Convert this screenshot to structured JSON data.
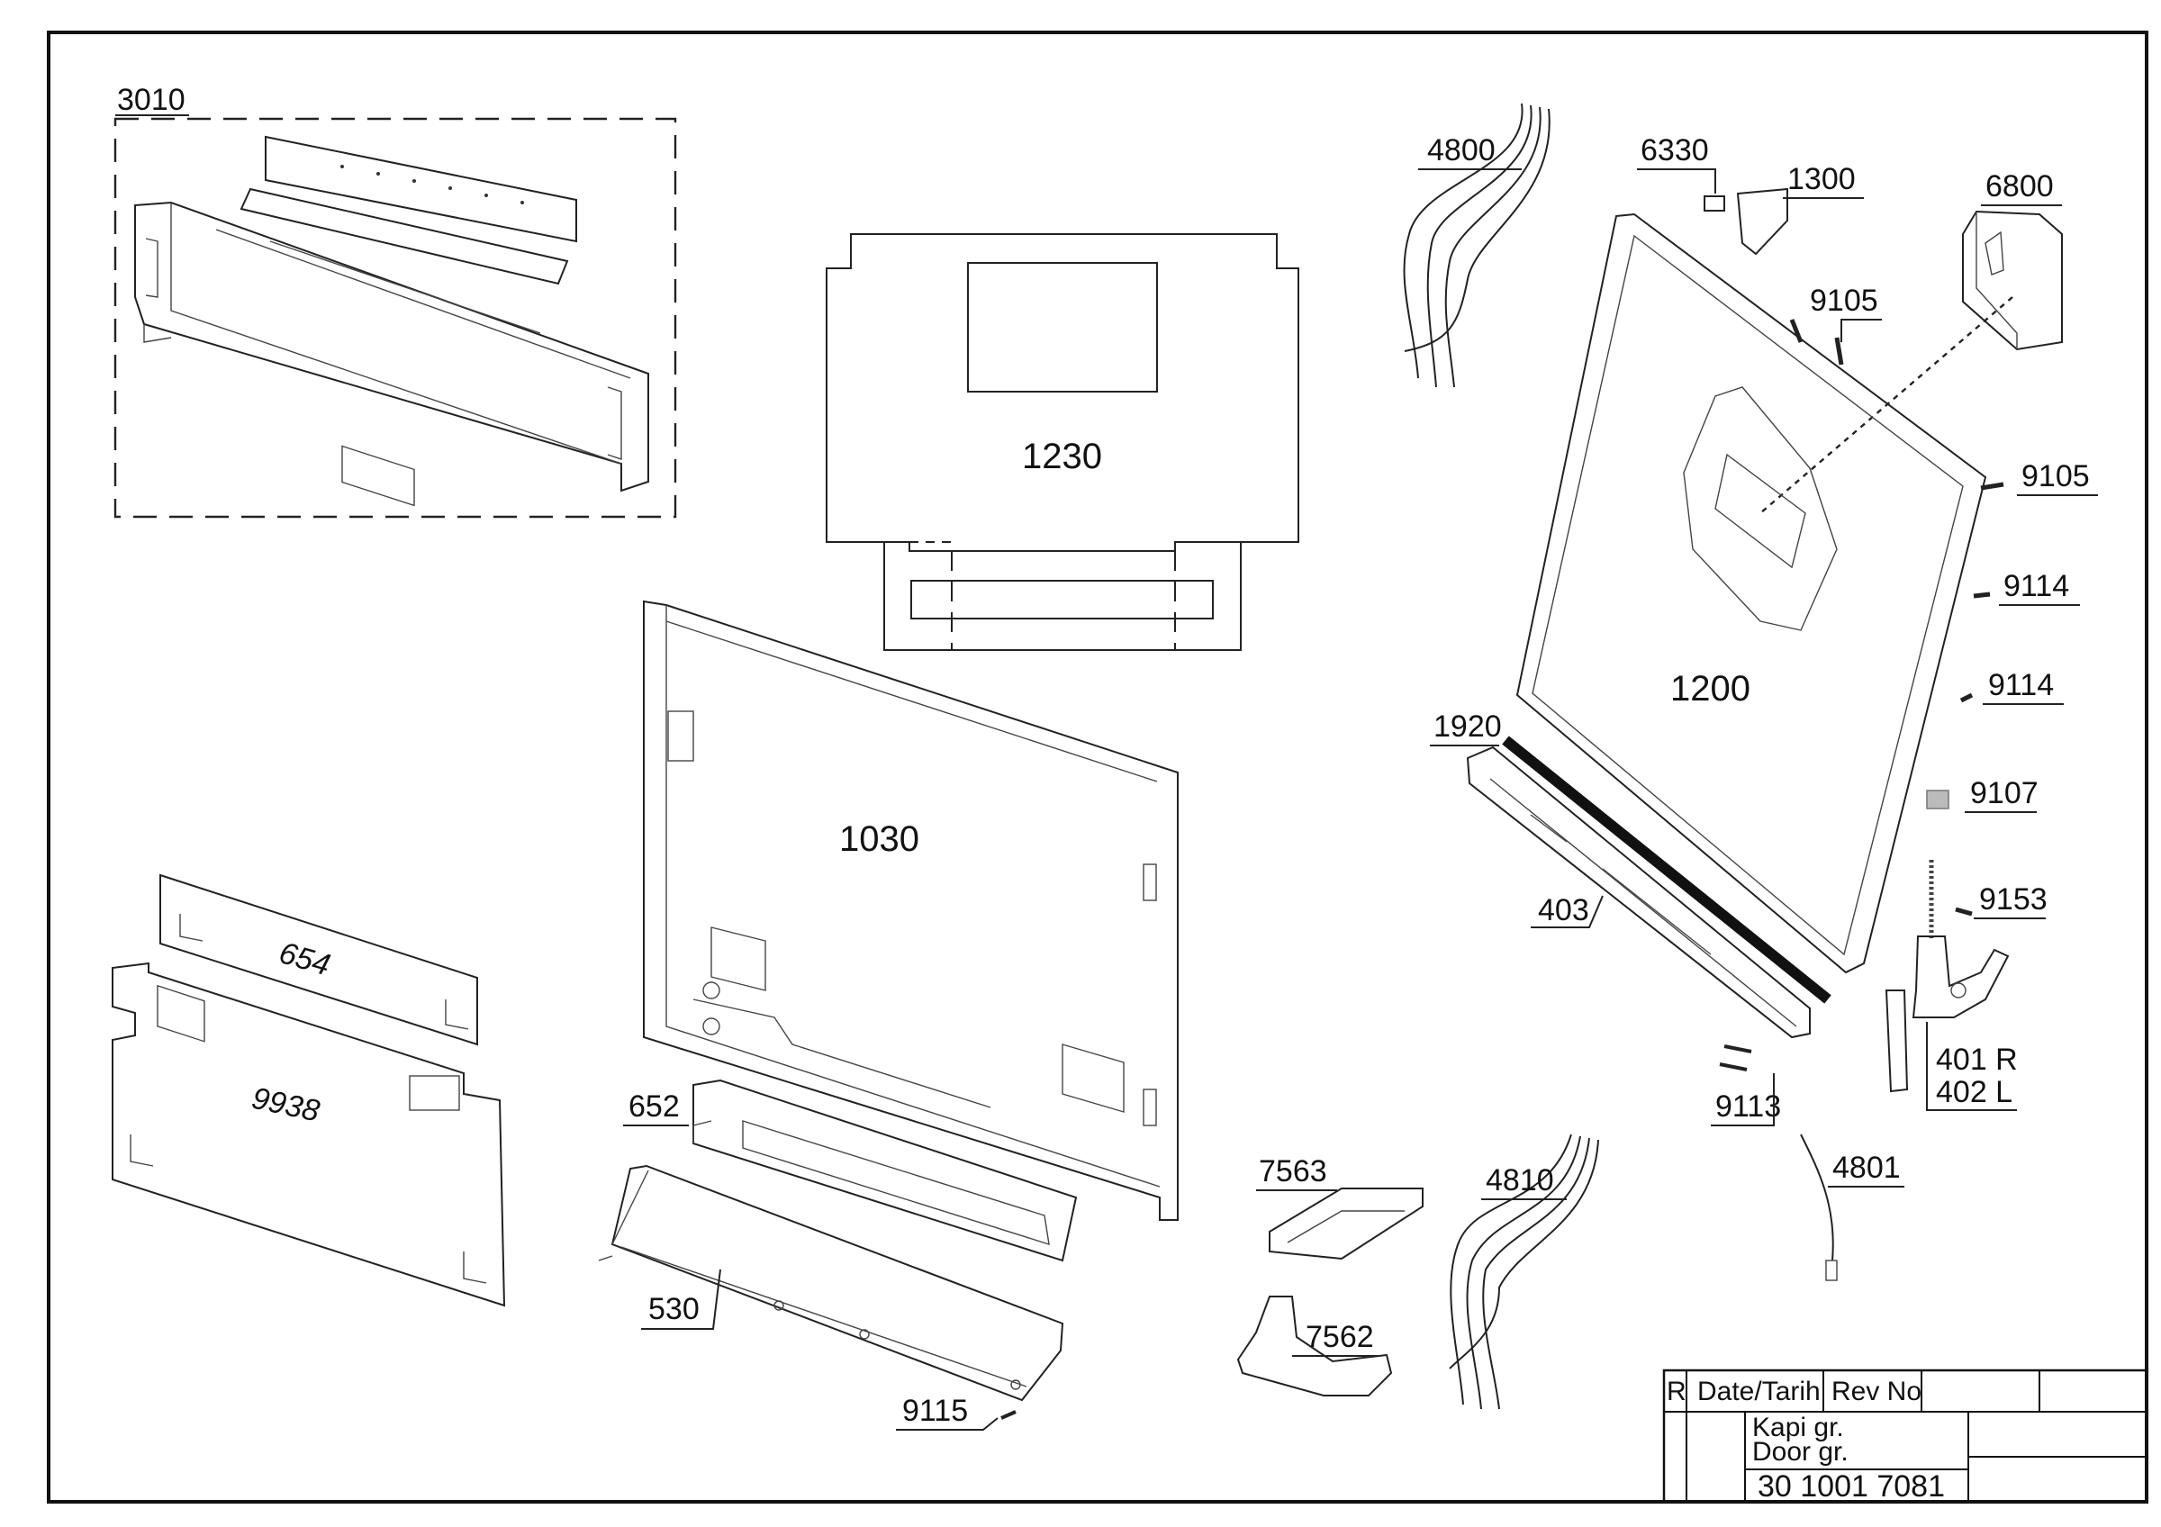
{
  "diagram": {
    "type": "exploded-parts-diagram",
    "part_numbers": {
      "p3010": "3010",
      "p1230": "1230",
      "p1030": "1030",
      "p654": "654",
      "p9938": "9938",
      "p652": "652",
      "p530": "530",
      "p9115": "9115",
      "p7563": "7563",
      "p7562": "7562",
      "p4810": "4810",
      "p4800": "4800",
      "p6330": "6330",
      "p1300": "1300",
      "p6800": "6800",
      "p9105a": "9105",
      "p9105b": "9105",
      "p9114a": "9114",
      "p9114b": "9114",
      "p1200": "1200",
      "p1920": "1920",
      "p9107": "9107",
      "p403": "403",
      "p9153": "9153",
      "p401r": "401 R",
      "p402l": "402 L",
      "p9113": "9113",
      "p4801": "4801"
    }
  },
  "title_block": {
    "col_r": "R",
    "col_date": "Date/Tarih",
    "col_rev": "Rev No",
    "desc_line1": "Kapi gr.",
    "desc_line2": "Door gr.",
    "drawing_number": "30 1001 7081"
  }
}
